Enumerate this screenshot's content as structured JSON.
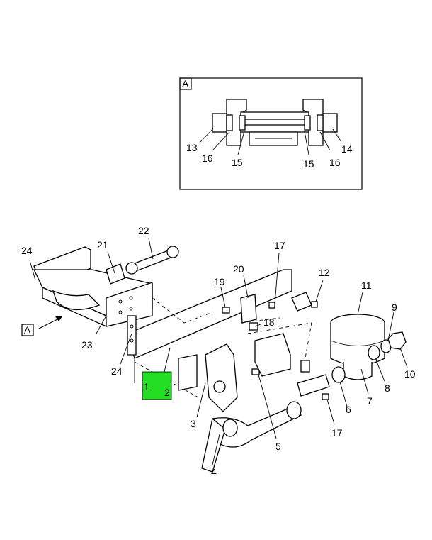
{
  "detail": {
    "label": "A"
  },
  "view_label": "A",
  "callouts": {
    "c1": "1",
    "c2": "2",
    "c3": "3",
    "c4": "4",
    "c5": "5",
    "c6": "6",
    "c7": "7",
    "c8": "8",
    "c9": "9",
    "c10": "10",
    "c11": "11",
    "c12": "12",
    "c13": "13",
    "c14": "14",
    "c15a": "15",
    "c15b": "15",
    "c16a": "16",
    "c16b": "16",
    "c17a": "17",
    "c17b": "17",
    "c18": "18",
    "c19": "19",
    "c20": "20",
    "c21": "21",
    "c22": "22",
    "c23": "23",
    "c24a": "24",
    "c24b": "24"
  },
  "colors": {
    "highlight": "#22dd22",
    "line": "#000000",
    "background": "#ffffff"
  }
}
